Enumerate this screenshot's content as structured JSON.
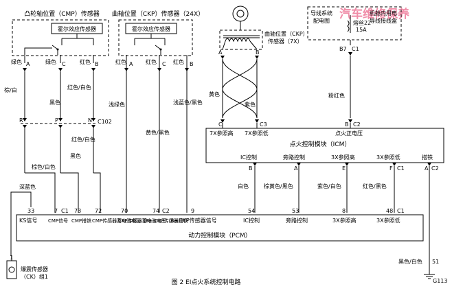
{
  "cmp": {
    "title": "凸轮轴位置（CMP）传感器",
    "hall": "霍尔效应传感器",
    "pins": [
      "A",
      "C",
      "B"
    ],
    "wire_labels": [
      "绿色",
      "绿色",
      "红色"
    ],
    "lower_labels": [
      "棕/白",
      "红色/白色"
    ],
    "connector_pins": [
      "R",
      "P",
      "N"
    ],
    "connector_id": "C102",
    "below_labels": [
      "黑色",
      "红色/白色",
      "棕色/白色",
      "黑色"
    ]
  },
  "ckp24": {
    "title": "曲轴位置（CKP）传感器（24X）",
    "hall": "霍尔效应传感器",
    "pins": [
      "A",
      "C",
      "B"
    ],
    "wire_labels": [
      "红色",
      "红色",
      "红色"
    ],
    "lower_labels": [
      "浅绿色",
      "黄色/黑色",
      "浅蓝色/黑色"
    ]
  },
  "ckp7": {
    "title_1": "曲轴位置（CKP）",
    "title_2": "传感器（7X）",
    "pin_a": "A",
    "pin_b": "B",
    "wire_a": "黄色",
    "wire_b": "紫色"
  },
  "fuse": {
    "label_1": "导线系统",
    "label_2": "配电图",
    "fuse_name": "熔丝22",
    "fuse_rating": "15A",
    "relay_1": "机舱内用电",
    "relay_2": "导线接线盒",
    "pin": "B7",
    "conn": "C1",
    "wire": "粉红色"
  },
  "icm": {
    "top_pins": [
      "C",
      "C3",
      "B",
      "C2"
    ],
    "top_labels": [
      "7X参照高",
      "7X参照低",
      "点火正电压"
    ],
    "title": "点火控制模块（ICM）",
    "bottom_labels": [
      "IC控制",
      "旁路控制",
      "3X参照高",
      "3X参照低",
      "搭铁"
    ],
    "bottom_pins": [
      "B",
      "A",
      "E",
      "F",
      "C1",
      "A",
      "C2"
    ],
    "wire_labels": [
      "白色",
      "棕黄色/黑色",
      "紫色/白色",
      "红色/黑色"
    ]
  },
  "pcm": {
    "title": "动力控制模块（PCM）",
    "pin_numbers": [
      "33",
      "7",
      "C1",
      "73",
      "72",
      "70",
      "74",
      "C2",
      "9",
      "54",
      "53",
      "8",
      "48",
      "C1"
    ],
    "labels": [
      "KS信号",
      "CMP信号",
      "CMP搭铁",
      "CMP传感器蓄电池电压（B+）",
      "CKP传感器蓄电池电压（B+）",
      "CKP传感器搭铁",
      "CKP传感器信号",
      "IC控制",
      "旁路控制",
      "3X参照高",
      "3X参照低"
    ],
    "ks_wire": "深蓝色"
  },
  "knock": {
    "pin": "1",
    "label_1": "爆震传感器",
    "label_2": "（CK）组1"
  },
  "ground": {
    "wire": "黑色/白色",
    "pin": "51",
    "id": "G113"
  },
  "caption": "图 2 EI点火系统控制电路",
  "watermark": "汽车维修保养"
}
